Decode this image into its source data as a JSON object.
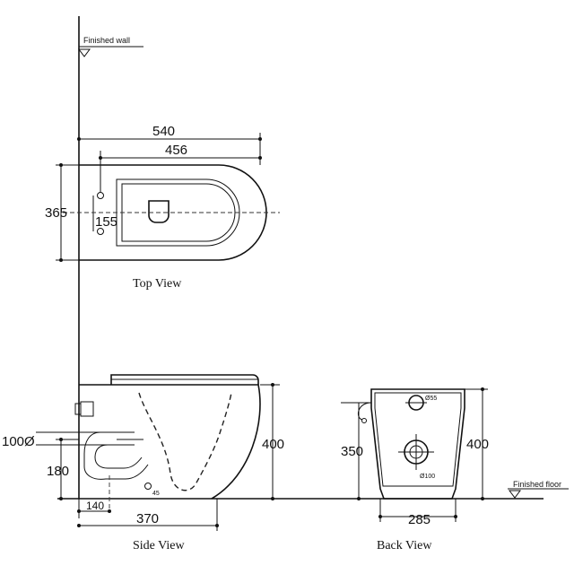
{
  "labels": {
    "finished_wall": "Finished wall",
    "finished_floor": "Finished floor"
  },
  "top_view": {
    "caption": "Top View",
    "dim_overall_length": "540",
    "dim_seat_length": "456",
    "dim_width": "365",
    "dim_fixing_spacing": "155"
  },
  "side_view": {
    "caption": "Side View",
    "dim_height": "400",
    "dim_outlet_height": "180",
    "dim_inlet_diameter": "100Ø",
    "dim_outlet_offset": "140",
    "dim_depth": "370",
    "dim_angle": "45"
  },
  "back_view": {
    "caption": "Back View",
    "dim_height": "400",
    "dim_inlet_height": "350",
    "dim_width": "285",
    "dim_inlet_diameter": "Ø55",
    "dim_outlet_diameter": "Ø100"
  }
}
